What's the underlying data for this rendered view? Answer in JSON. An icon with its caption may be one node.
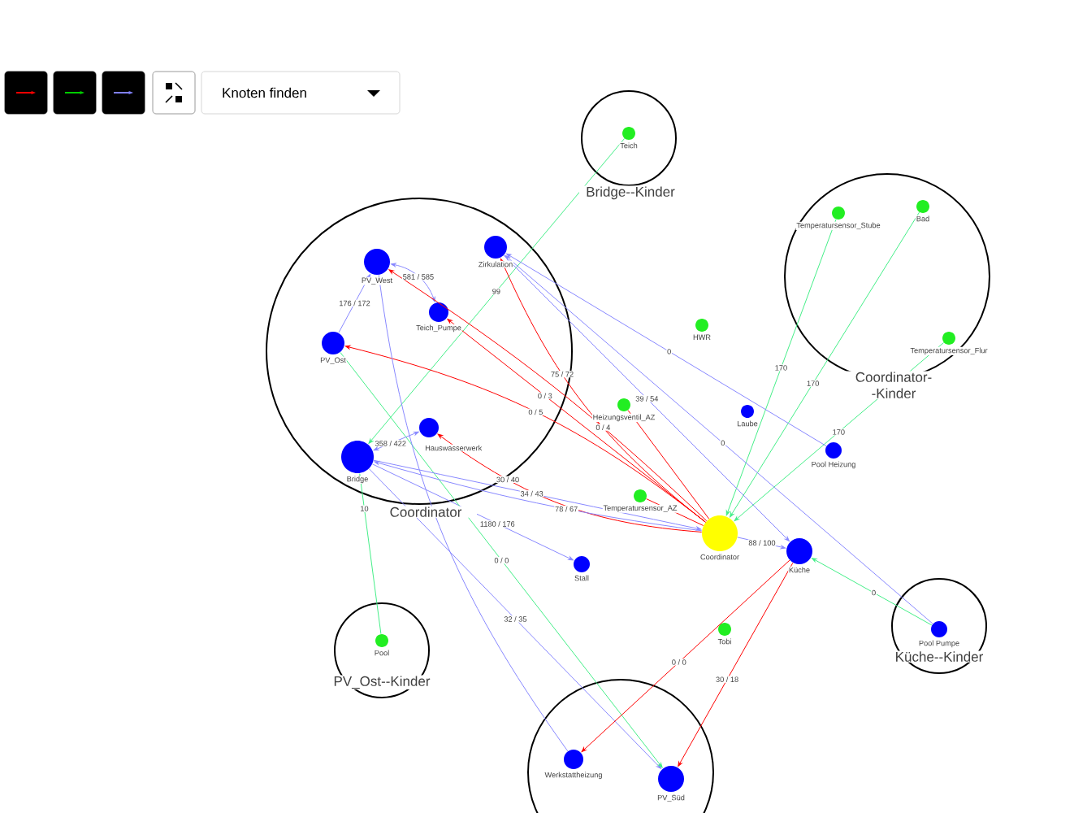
{
  "diagram": {
    "nodes": [
      {
        "text": [
          "Bridge--Kinder"
        ]
      },
      {
        "text": [
          "Teich"
        ],
        "in": 0
      },
      {
        "text": [
          "Coordinator"
        ]
      },
      {
        "text": [
          "PV_West"
        ],
        "in": 2
      },
      {
        "text": [
          "Teich_Pumpe"
        ],
        "in": 2
      },
      {
        "text": [
          "Zirkulation"
        ],
        "in": 2
      },
      {
        "text": [
          "PV_Ost"
        ],
        "in": 2
      },
      {
        "text": [
          "Hauswasserwerk"
        ],
        "in": 2
      },
      {
        "text": [
          "Bridge"
        ],
        "in": 2
      },
      {
        "text": [
          "HWR"
        ]
      },
      {
        "text": [
          "Coordinator--Kinder"
        ]
      },
      {
        "text": [
          "Temperatursensor_Stube"
        ],
        "in": 10
      },
      {
        "text": [
          "Bad"
        ],
        "in": 10
      },
      {
        "text": [
          "Temperatursensor_Flur"
        ],
        "in": 10
      },
      {
        "text": [
          "Heizungsventil_AZ"
        ]
      },
      {
        "text": [
          "Laube"
        ]
      },
      {
        "text": [
          "Pool Heizung"
        ]
      },
      {
        "text": [
          "Temperatursensor_AZ"
        ]
      },
      {
        "text": [
          "Coordinator"
        ]
      },
      {
        "text": [
          "Küche"
        ]
      },
      {
        "text": [
          "Stall"
        ]
      },
      {
        "text": [
          "PV_Ost--Kinder"
        ]
      },
      {
        "text": [
          "Pool"
        ],
        "in": 21
      },
      {
        "text": [
          "Tobi"
        ]
      },
      {
        "text": [
          "Küche--Kinder"
        ]
      },
      {
        "text": [
          "Pool Pumpe"
        ],
        "in": 24
      },
      {
        "text": [],
        "shape": "circle"
      },
      {
        "text": [
          "Werkstattheizung"
        ],
        "in": 26
      },
      {
        "text": [
          "PV_Süd"
        ],
        "in": 26
      }
    ],
    "edges": [
      {
        "from": 1,
        "to": 8,
        "arrow": "to",
        "label": "99",
        "color": "#44ee88"
      },
      {
        "from": 3,
        "to": 4,
        "arrow": "both",
        "label": "581 / 585"
      },
      {
        "from": 6,
        "to": 3,
        "arrow": "to",
        "label": "176 / 172"
      },
      {
        "from": 8,
        "to": 20,
        "arrow": "to",
        "label": "1180 / 176"
      },
      {
        "from": 8,
        "to": 28,
        "arrow": "to",
        "label": "32 / 35"
      },
      {
        "from": 6,
        "to": 28,
        "arrow": "to",
        "label": "0 / 0",
        "color": "#44ee88"
      },
      {
        "from": 22,
        "to": 8,
        "arrow": "to",
        "label": "10",
        "color": "#44ee88"
      },
      {
        "from": 7,
        "to": 8,
        "arrow": "both",
        "label": "358 / 422"
      },
      {
        "from": 18,
        "to": 5,
        "arrow": "to",
        "label": "75 / 72",
        "color": "#ff0000"
      },
      {
        "from": 18,
        "to": 4,
        "arrow": "to",
        "label": "0 / 3",
        "color": "#ff0000"
      },
      {
        "from": 18,
        "to": 3,
        "arrow": "to",
        "label": "0 / 4",
        "color": "#ff0000"
      },
      {
        "from": 18,
        "to": 6,
        "arrow": "to",
        "label": "0 / 5",
        "color": "#ff0000"
      },
      {
        "from": 18,
        "to": 7,
        "arrow": "to",
        "label": "30 / 40",
        "color": "#ff0000"
      },
      {
        "from": 8,
        "to": 18,
        "arrow": "to",
        "label": "34 / 43"
      },
      {
        "from": 18,
        "to": 8,
        "arrow": "to",
        "label": "78 / 67"
      },
      {
        "from": 18,
        "to": 19,
        "arrow": "to",
        "label": "88 / 100"
      },
      {
        "from": 19,
        "to": 27,
        "arrow": "to",
        "label": "0 / 0",
        "color": "#ff0000"
      },
      {
        "from": 19,
        "to": 28,
        "arrow": "to",
        "label": "30 / 18",
        "color": "#ff0000"
      },
      {
        "from": 17,
        "to": 18,
        "arrow": "none",
        "color": "#ff0000"
      },
      {
        "from": 14,
        "to": 18,
        "arrow": "none",
        "color": "#ff0000"
      },
      {
        "from": 11,
        "to": 18,
        "arrow": "to",
        "label": "170",
        "color": "#44ee88"
      },
      {
        "from": 12,
        "to": 18,
        "arrow": "to",
        "label": "170",
        "color": "#44ee88"
      },
      {
        "from": 13,
        "to": 18,
        "arrow": "to",
        "label": "170",
        "color": "#44ee88"
      },
      {
        "from": 16,
        "to": 5,
        "arrow": "to",
        "label": "0"
      },
      {
        "from": 25,
        "to": 5,
        "arrow": "to",
        "label": "0"
      },
      {
        "from": 5,
        "to": 19,
        "arrow": "to",
        "label": "39 / 54"
      },
      {
        "from": 25,
        "to": 19,
        "arrow": "to",
        "label": "0",
        "color": "#44ee88"
      },
      {
        "from": 3,
        "to": 27,
        "arrow": "none"
      }
    ],
    "labels": [
      "Knoten finden"
    ]
  }
}
